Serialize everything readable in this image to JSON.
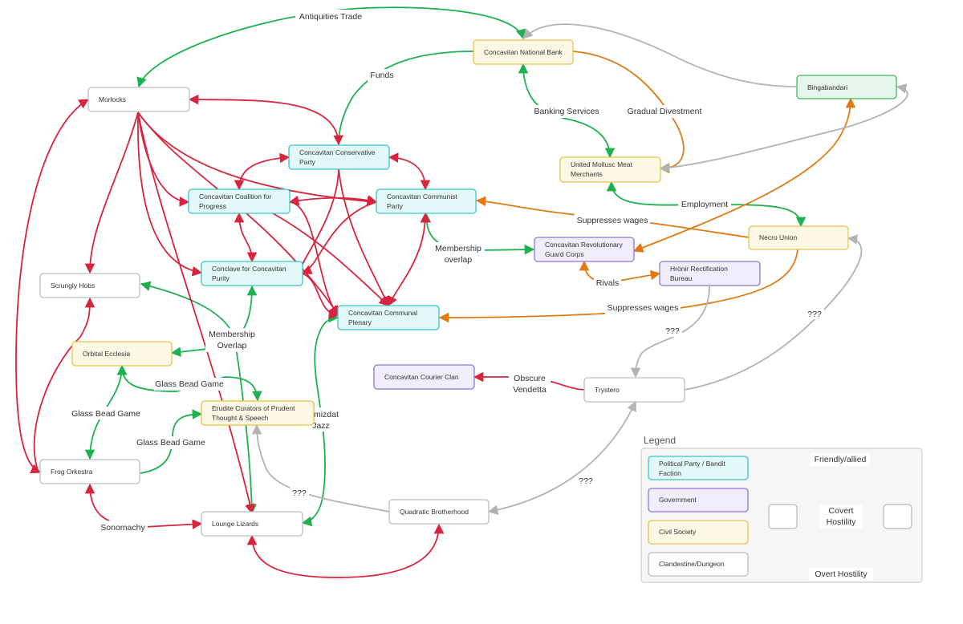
{
  "colors": {
    "friendly": "#1fb050",
    "covert": "#e07b14",
    "overt": "#d7243f",
    "unknown": "#b3b3b3",
    "party_border": "#3cc5c5",
    "party_fill": "#e3f8f8",
    "gov_border": "#8c76d6",
    "gov_fill": "#f1edfc",
    "civil_border": "#e8c34a",
    "civil_fill": "#fdf8e5",
    "clan_border": "#bdbdbd",
    "clan_fill": "#ffffff",
    "neutral_green_border": "#3fb862",
    "neutral_green_fill": "#e6f5ea"
  },
  "nodes": {
    "morlocks": "Morlocks",
    "bank": "Concavitan National Bank",
    "bingabandari": "Bingabandari",
    "conservative": [
      "Concavitan Conservative",
      "Party"
    ],
    "coalition": [
      "Concavitan Coalition for",
      "Progress"
    ],
    "communist": [
      "Concavitan Communist",
      "Party"
    ],
    "mollusc": [
      "United Mollusc Meat",
      "Merchants"
    ],
    "necro": "Necro Union",
    "revguard": [
      "Concavitan Revolutionary",
      "Guard Corps"
    ],
    "hronir": [
      "Hrönir Rectification",
      "Bureau"
    ],
    "conclave": [
      "Conclave for Concavitan",
      "Purity"
    ],
    "plenary": [
      "Concavitan Communal",
      "Plenary"
    ],
    "scrungly": "Scrungly Hobs",
    "ecclesia": "Orbital Ecclesia",
    "courier": "Concavitan Courier Clan",
    "trystero": "Trystero",
    "erudite": [
      "Erudite Curators of Prudent",
      "Thought & Speech"
    ],
    "frog": "Frog Orkestra",
    "quadratic": "Quadratic Brotherhood",
    "lounge": "Lounge Lizards"
  },
  "edges": {
    "antiquities": "Antiquities Trade",
    "funds": "Funds",
    "banking": "Banking Services",
    "divestment": "Gradual Divestment",
    "employment": "Employment",
    "suppresses1": "Suppresses wages",
    "suppresses2": "Suppresses wages",
    "membership1": [
      "Membership",
      "overlap"
    ],
    "membership2": [
      "Membership",
      "Overlap"
    ],
    "rivals": "Rivals",
    "unknown1": "???",
    "unknown2": "???",
    "unknown3": "???",
    "unknown4": "???",
    "vendetta": [
      "Obscure",
      "Vendetta"
    ],
    "glass1": "Glass Bead Game",
    "glass2": "Glass Bead Game",
    "glass3": "Glass Bead Game",
    "samizdat": [
      "Samizdat",
      "Jazz"
    ],
    "sonomachy": "Sonomachy"
  },
  "legend": {
    "title": "Legend",
    "party": [
      "Political Party / Bandit",
      "Faction"
    ],
    "government": "Government",
    "civil": "Civil Society",
    "clandestine": "Clandestine/Dungeon",
    "friendly": "Friendly/allied",
    "covert": [
      "Covert",
      "Hostility"
    ],
    "overt": "Overt Hostility"
  }
}
